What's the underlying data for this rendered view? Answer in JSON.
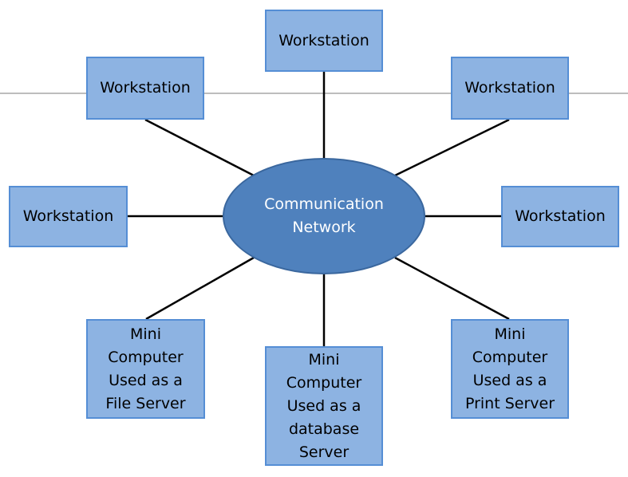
{
  "diagram": {
    "hub": {
      "line1": "Communication",
      "line2": "Network"
    },
    "nodes": {
      "top": "Workstation",
      "top_left": "Workstation",
      "top_right": "Workstation",
      "left": "Workstation",
      "right": "Workstation",
      "bottom_left": [
        "Mini",
        "Computer",
        "Used as a",
        "File Server"
      ],
      "bottom": [
        "Mini",
        "Computer",
        "Used as a",
        "database",
        "Server"
      ],
      "bottom_right": [
        "Mini",
        "Computer",
        "Used as a",
        "Print Server"
      ]
    },
    "colors": {
      "node_fill": "#8db3e2",
      "node_border": "#558ed5",
      "hub_fill": "#4f81bd",
      "connector": "#000000"
    }
  }
}
